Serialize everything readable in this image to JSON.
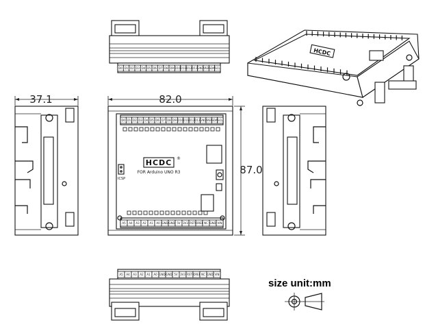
{
  "dimensions": {
    "depth": "37.1",
    "width": "82.0",
    "height": "87.0"
  },
  "board": {
    "brand": "HCDC",
    "brand_mark": "®",
    "subtitle": "FOR Arduino UNO R3",
    "icsp": "ICSP"
  },
  "top_terminals": [
    "D0",
    "D1",
    "D2",
    "D3",
    "D4",
    "D5",
    "D6",
    "D7",
    "D8",
    "D9",
    "D10",
    "D11",
    "D12",
    "D13",
    "GND",
    "AREF",
    "SDA",
    "SCL"
  ],
  "bottom_terminals": [
    "A5",
    "A4",
    "A3",
    "A2",
    "A1",
    "A0",
    "GND",
    "GND",
    "5V",
    "3V3",
    "RST",
    "IOREF",
    "NC",
    "GND",
    "VIN"
  ],
  "unit_label": "size unit:mm",
  "colors": {
    "line": "#111111",
    "background": "#ffffff"
  }
}
